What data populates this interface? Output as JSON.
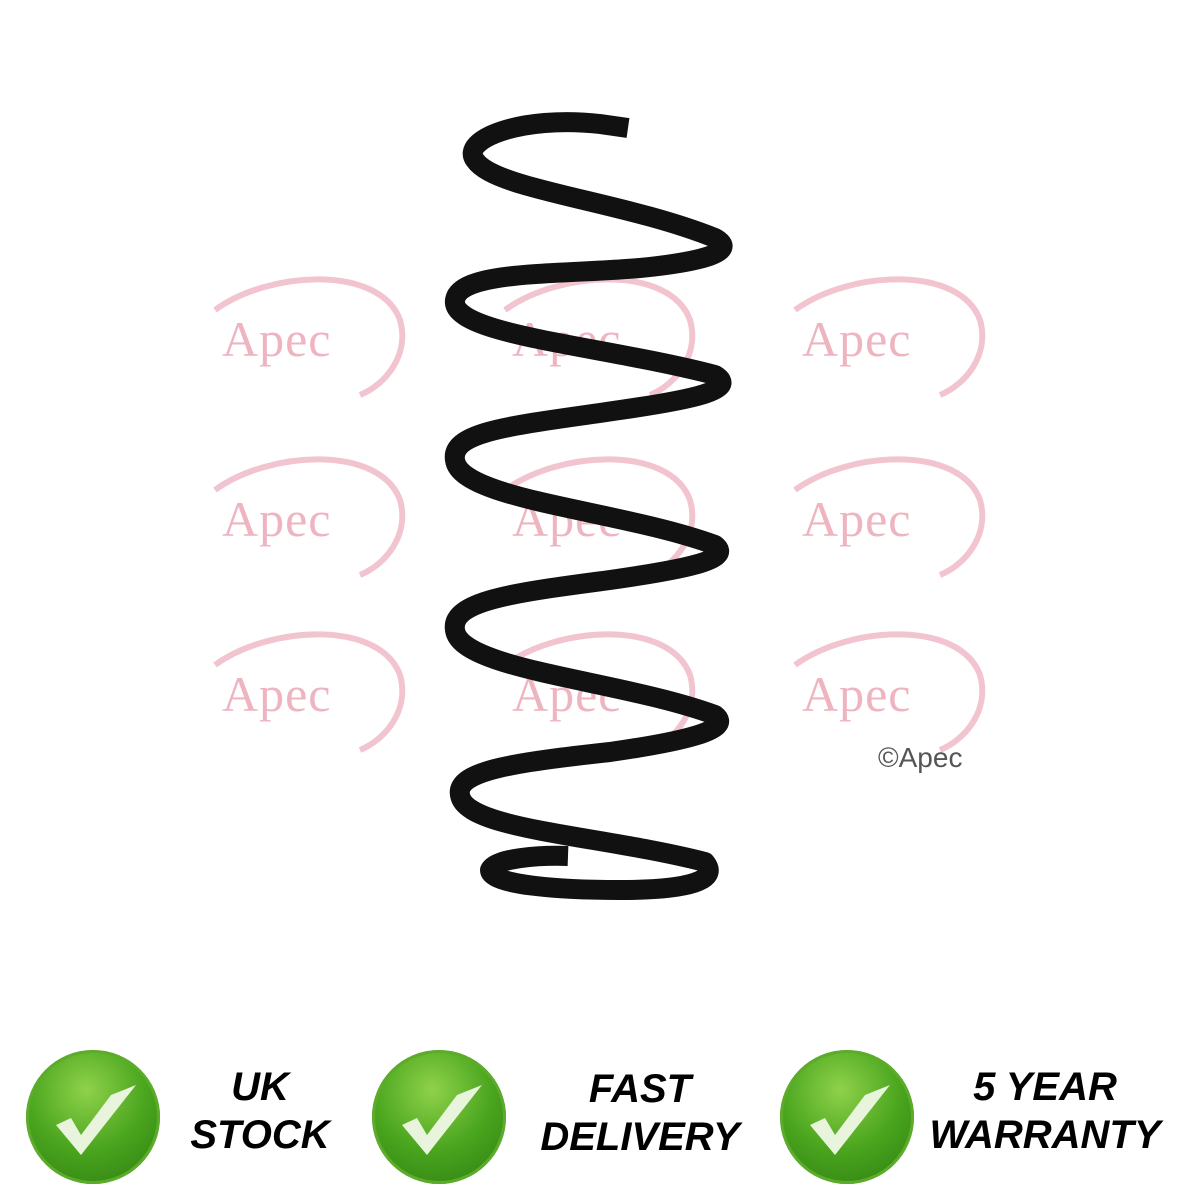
{
  "watermark": {
    "text": "Apec",
    "copyright": "©Apec"
  },
  "badges": [
    {
      "line1": "UK",
      "line2": "STOCK"
    },
    {
      "line1": "FAST",
      "line2": "DELIVERY"
    },
    {
      "line1": "5 YEAR",
      "line2": "WARRANTY"
    }
  ],
  "colors": {
    "watermark": "#eeb4c0",
    "badge_green": "#4aa51e"
  }
}
